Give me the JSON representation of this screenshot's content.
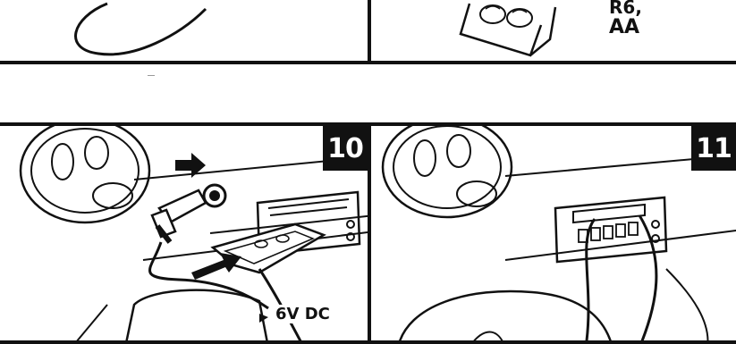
{
  "top_right_panel": {
    "label_line1": "R6,",
    "label_line2": "AA"
  },
  "panel_10": {
    "step_number": "10",
    "voltage_label": "6V DC"
  },
  "panel_11": {
    "step_number": "11"
  },
  "colors": {
    "ink": "#111111",
    "paper": "#ffffff",
    "badge_bg": "#111111",
    "badge_text": "#ffffff"
  }
}
